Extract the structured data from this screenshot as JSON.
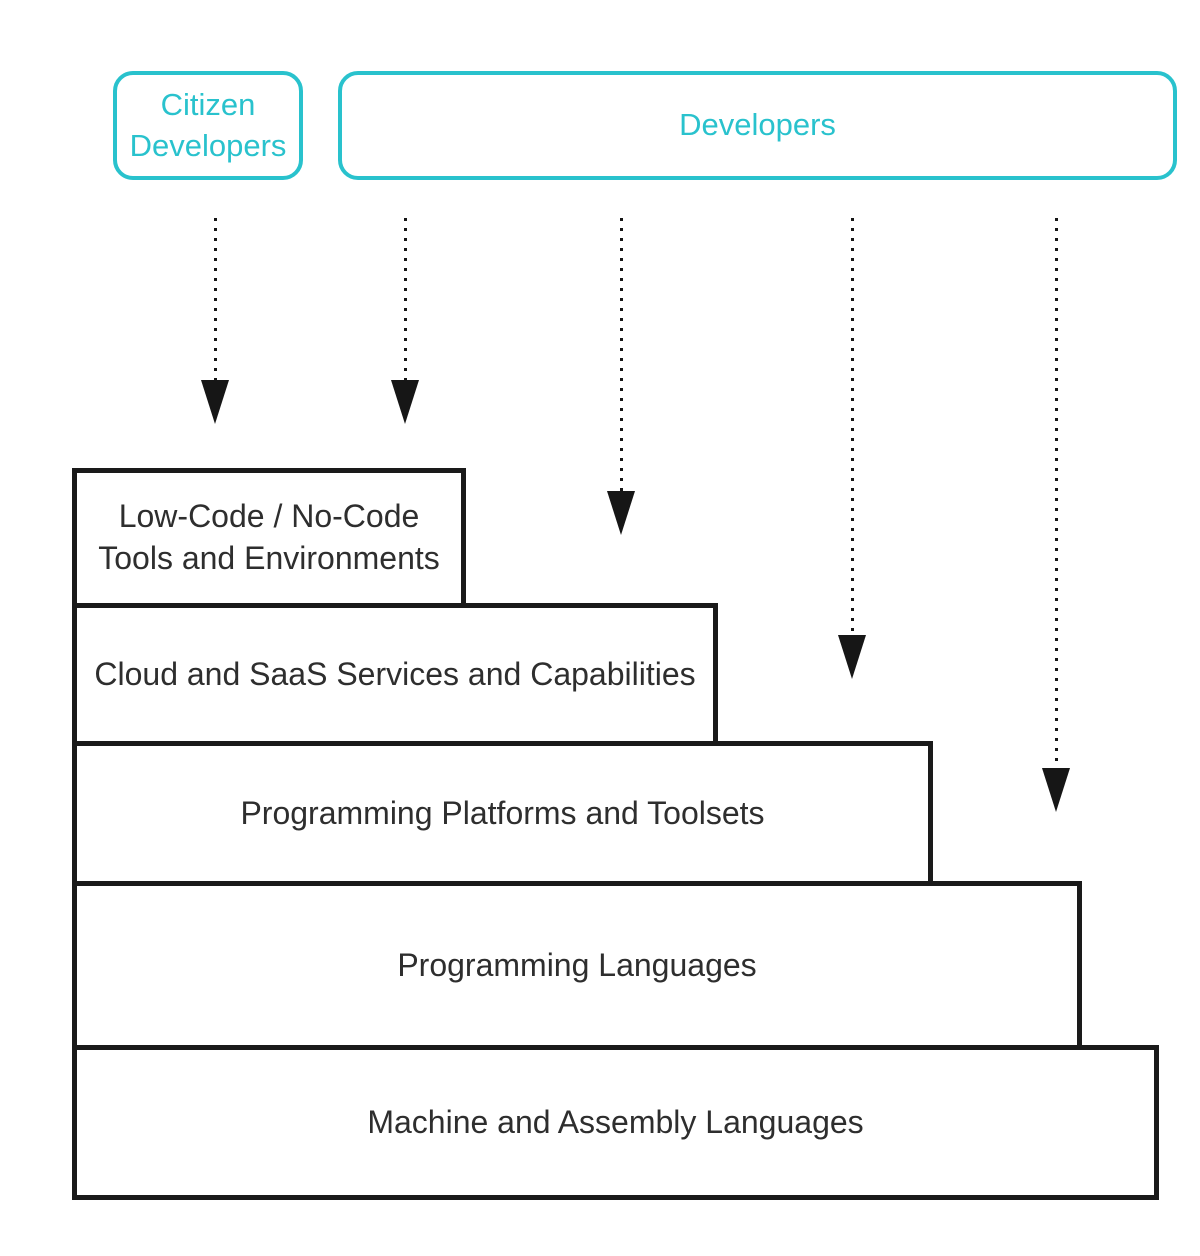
{
  "diagram": {
    "actors": [
      {
        "label": "Citizen Developers"
      },
      {
        "label": "Developers"
      }
    ],
    "stack": {
      "layers": [
        {
          "line1": "Low-Code / No-Code",
          "line2": "Tools and Environments"
        },
        {
          "label": "Cloud and SaaS Services and Capabilities"
        },
        {
          "label": "Programming Platforms and Toolsets"
        },
        {
          "label": "Programming Languages"
        },
        {
          "label": "Machine and Assembly Languages"
        }
      ]
    },
    "arrows": {
      "count": 5,
      "style": "dotted",
      "direction": "down"
    },
    "colors": {
      "accent_cyan": "#29C2CD",
      "box_border": "#1A1A1A",
      "box_text": "#2E2E2E",
      "arrow_black": "#161616",
      "background": "#FFFFFF"
    }
  }
}
